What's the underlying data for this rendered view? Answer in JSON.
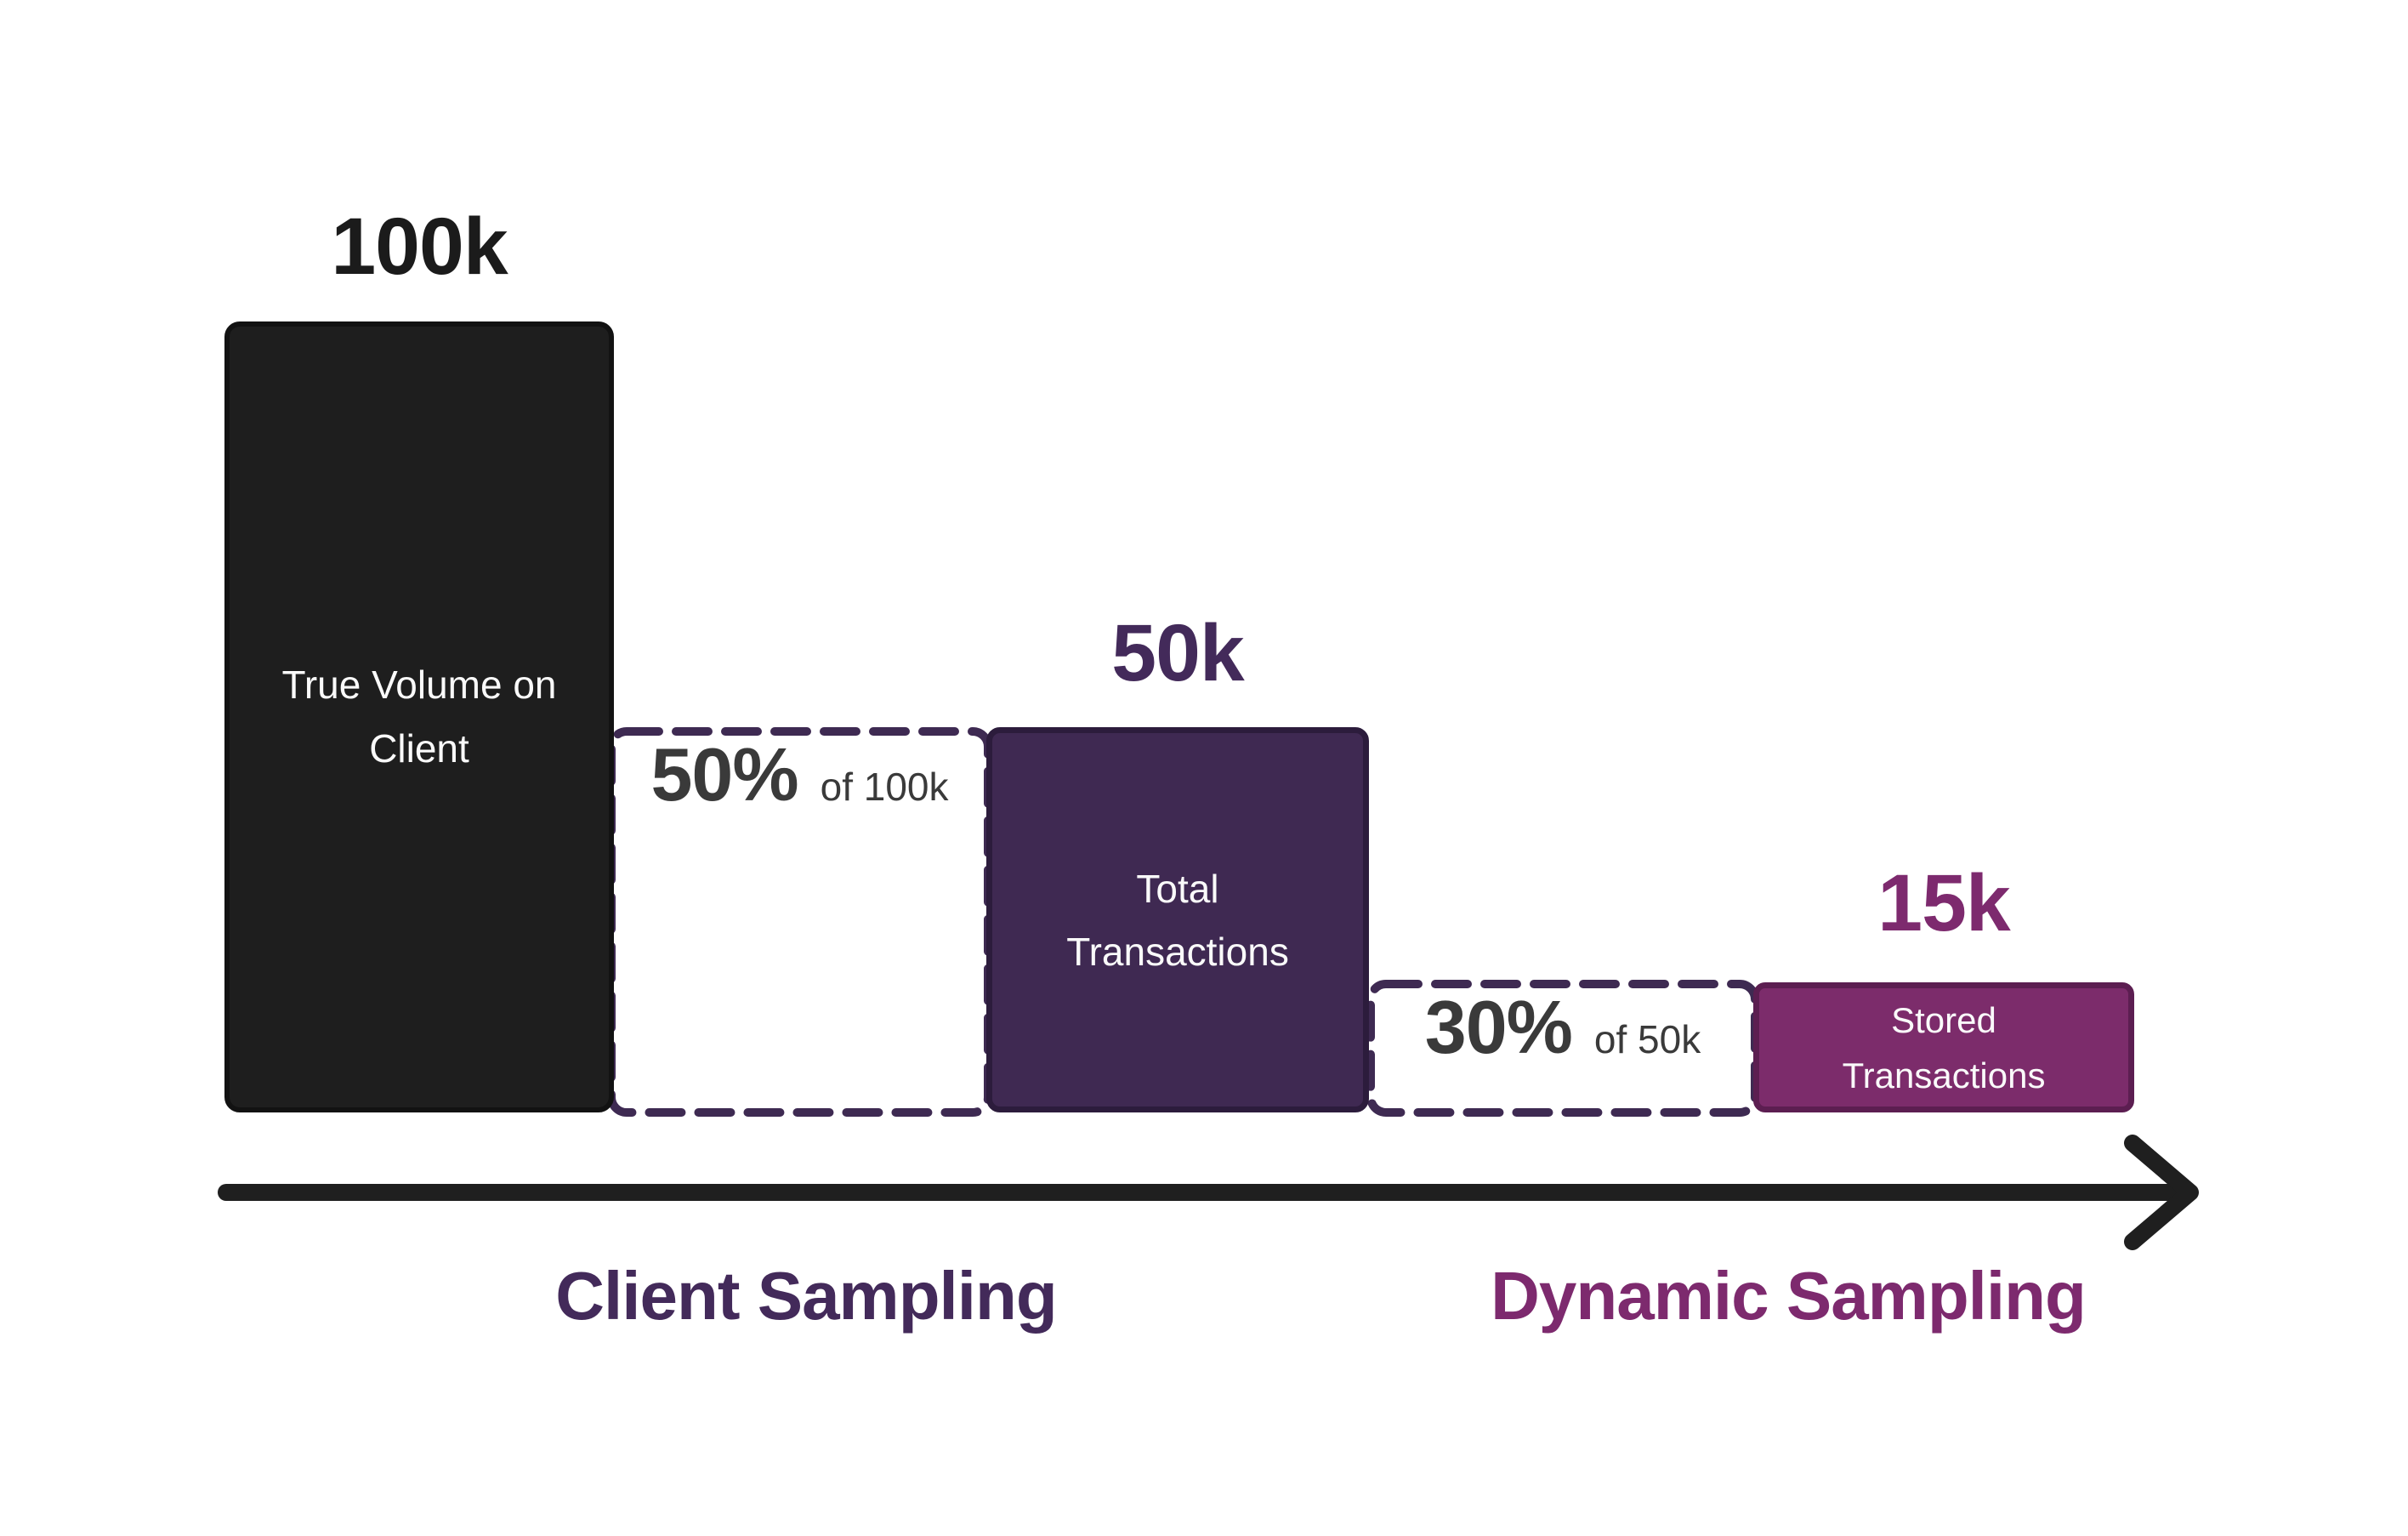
{
  "colors": {
    "background": "#FFFFFF",
    "bar_black_fill": "#1E1E1E",
    "bar_black_border": "#121212",
    "purple_fill": "#3F2952",
    "purple_border": "#2C1C3C",
    "magenta_fill": "#7C2C6B",
    "magenta_border": "#5C1E51",
    "dashed_border": "#3E2A52",
    "box_text": "#FAFAFA",
    "value_dark": "#1B1B1B",
    "value_purple": "#432A5A",
    "value_magenta": "#7D2A6E",
    "percent_gray": "#3A3A3A",
    "stage_purple": "#432A5A",
    "stage_magenta": "#7D2A6E",
    "arrow": "#1F1F1F"
  },
  "bars": [
    {
      "value": "100k",
      "label_line1": "True Volume on",
      "label_line2": "Client"
    },
    {
      "value": "50k",
      "label_line1": "Total",
      "label_line2": "Transactions"
    },
    {
      "value": "15k",
      "label_line1": "Stored",
      "label_line2": "Transactions"
    }
  ],
  "sampling_steps": [
    {
      "percent": "50%",
      "of_text": "of 100k"
    },
    {
      "percent": "30%",
      "of_text": "of 50k"
    }
  ],
  "stage_labels": [
    {
      "text": "Client Sampling"
    },
    {
      "text": "Dynamic Sampling"
    }
  ],
  "chart_data": {
    "type": "bar",
    "categories": [
      "True Volume on Client",
      "Total Transactions",
      "Stored Transactions"
    ],
    "values": [
      100000,
      50000,
      15000
    ],
    "value_labels": [
      "100k",
      "50k",
      "15k"
    ],
    "steps": [
      {
        "stage": "Client Sampling",
        "rate": "50%",
        "of": "100k",
        "result": "50k"
      },
      {
        "stage": "Dynamic Sampling",
        "rate": "30%",
        "of": "50k",
        "result": "15k"
      }
    ],
    "title": "",
    "xlabel": "",
    "ylabel": "",
    "legend": false,
    "grid": false
  }
}
